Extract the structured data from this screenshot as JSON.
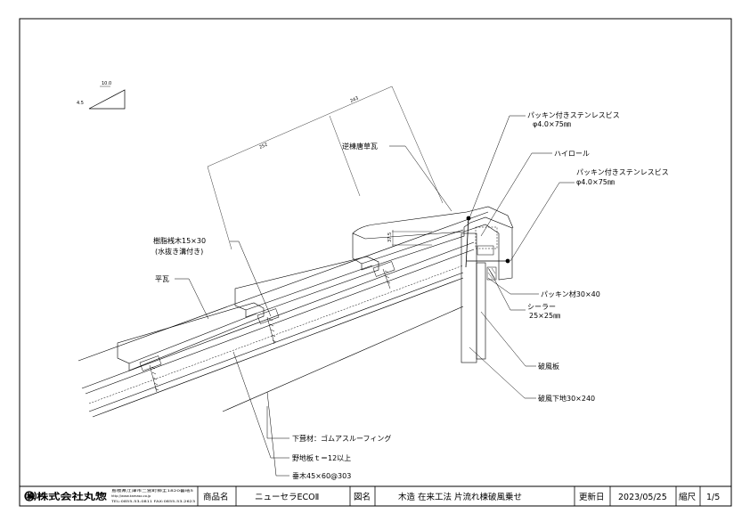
{
  "drawing": {
    "dimensions": {
      "slope_run": "10.0",
      "slope_rise": "4.5",
      "tile_width_left": "252",
      "tile_width_right": "243",
      "overlap": "37.5"
    },
    "labels": {
      "screw_top_line1": "パッキン付きステンレスビス",
      "screw_top_line2": "φ4.0×75㎜",
      "hi_roll": "ハイロール",
      "screw_right_line1": "パッキン付きステンレスビス",
      "screw_right_line2": "φ4.0×75㎜",
      "ridge_tile": "逆棟唐草瓦",
      "batten_line1": "樹脂桟木15×30",
      "batten_line2": "(水抜き溝付き)",
      "flat_tile": "平瓦",
      "packing": "パッキン材30×40",
      "sealer_line1": "シーラー",
      "sealer_line2": "25×25㎜",
      "barge_board": "破風板",
      "barge_base": "破風下地30×240",
      "underlay": "下葺材：ゴムアスルーフィング",
      "sheathing": "野地板ｔ＝12以上",
      "rafter": "垂木45×60@303"
    }
  },
  "title_block": {
    "company_name": "㈱株式会社丸惣",
    "address": "島根県江津市二宮町神主1820番地5",
    "url": "http://www.kamaso.co.jp",
    "tel_fax": "TEL:0855-53-0811 FAX:0855-53-2623",
    "product_label": "商品名",
    "product_value": "ニューセラECOⅡ",
    "drawing_label": "図名",
    "drawing_value": "木造 在来工法 片流れ棟破風乗せ",
    "updated_label": "更新日",
    "updated_value": "2023/05/25",
    "scale_label": "縮尺",
    "scale_value": "1/5"
  }
}
